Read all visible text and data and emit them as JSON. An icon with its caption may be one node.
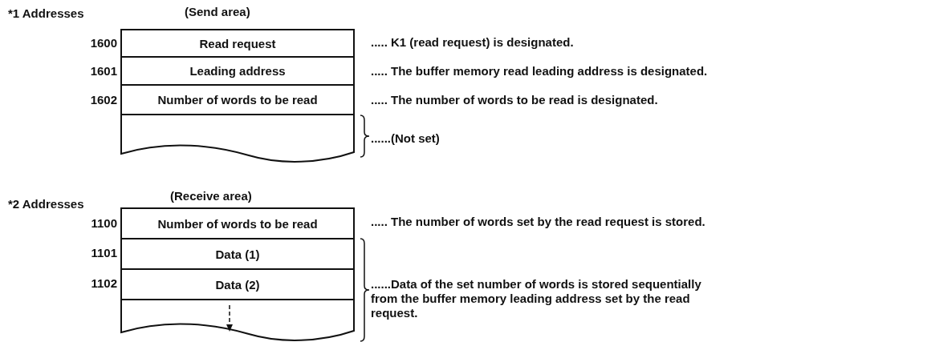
{
  "diagram": {
    "nodes": [
      {
        "text": [
          "Read request"
        ]
      },
      {
        "text": [
          "Leading address"
        ]
      },
      {
        "text": [
          "Number of words to be read"
        ]
      },
      {
        "text": [],
        "shape": "box"
      },
      {
        "text": [
          "Number of words to be read"
        ]
      },
      {
        "text": [
          "Data (1)"
        ]
      },
      {
        "text": [
          "Data (2)"
        ]
      },
      {
        "text": [],
        "shape": "box"
      }
    ],
    "edges": [],
    "labels": [
      "*1 Addresses",
      "(Send area)",
      "1600",
      "..... K1 (read request) is designated.",
      "1601",
      "..... The buffer memory read leading address is designated.",
      "1602",
      "..... The number of words to be read is designated.",
      "......(Not set)",
      "*2 Addresses",
      "(Receive area)",
      "1100",
      "..... The number of words set by the read request is stored.",
      "1101",
      "1102",
      "......Data of the set number of words is stored sequentially from the buffer memory leading address set by the read request."
    ]
  }
}
